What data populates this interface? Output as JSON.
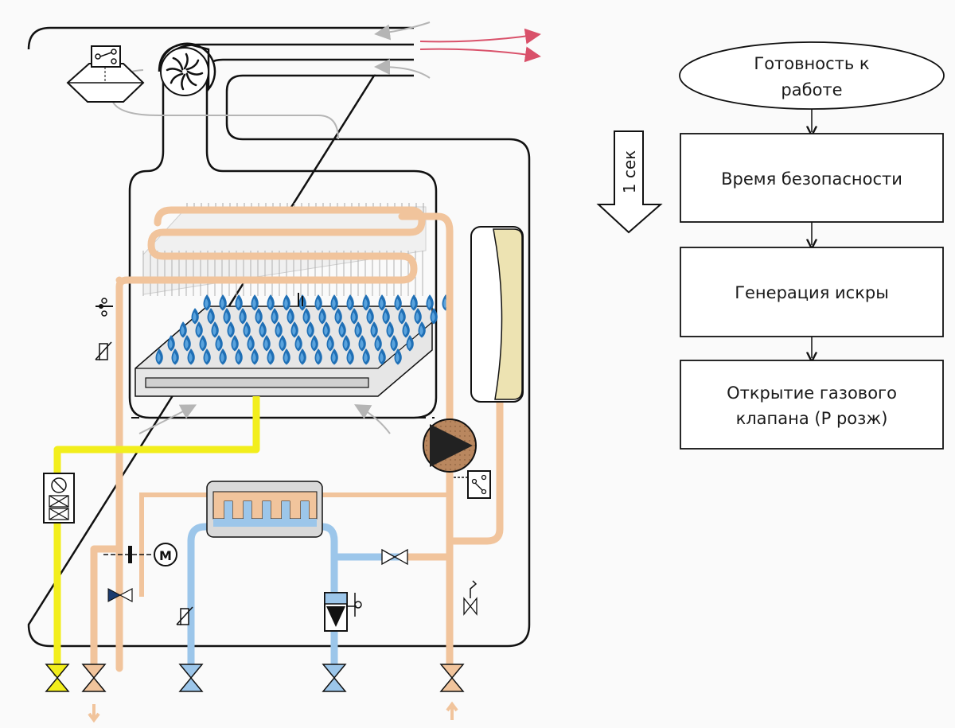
{
  "flowchart": {
    "start": {
      "line1": "Готовность к",
      "line2": "работе"
    },
    "steps": [
      {
        "line1": "Время безопасности",
        "line2": ""
      },
      {
        "line1": "Генерация искры",
        "line2": ""
      },
      {
        "line1": "Открытие газового",
        "line2": "клапана (Р розж)"
      }
    ],
    "time_arrow_label": "1 сек"
  },
  "colors": {
    "gas": "#f2ee1c",
    "heating_water": "#f1c49c",
    "cold_water": "#9cc6ea",
    "flame": "#1f6fb5",
    "exhaust": "#d9516a",
    "expansion_vessel": "#ede3b2",
    "pump": "#6b4a3a"
  },
  "icons": [
    "fan-icon",
    "pressure-switch-icon",
    "pump-icon",
    "motor-icon",
    "valve-icon",
    "sensor-icon",
    "flow-switch-icon"
  ]
}
